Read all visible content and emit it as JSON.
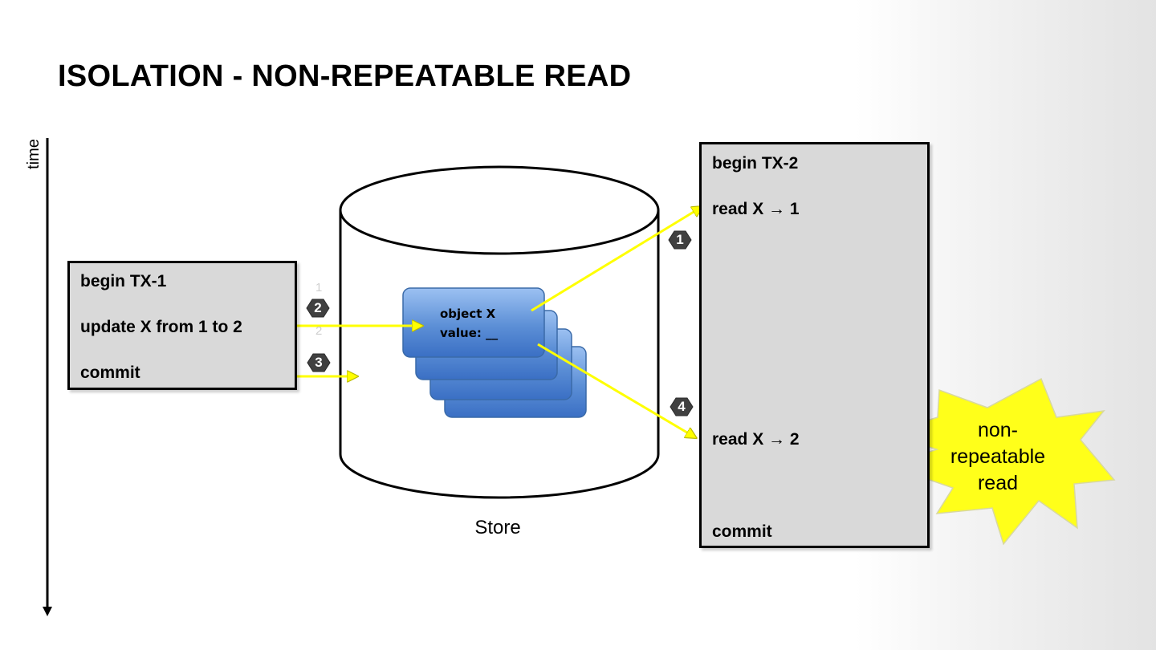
{
  "title": "ISOLATION - NON-REPEATABLE READ",
  "timeline": {
    "label": "time"
  },
  "tx1": {
    "begin": "begin TX-1",
    "update": "update X from 1 to 2",
    "commit": "commit"
  },
  "store": {
    "label": "Store",
    "object_line": "object  X",
    "value_line": "value: __"
  },
  "tx2": {
    "begin": "begin TX-2",
    "read1": "read X → 1",
    "read2": "read X → 2",
    "commit": "commit"
  },
  "steps": [
    "1",
    "2",
    "3",
    "4"
  ],
  "ghost_steps": [
    "1",
    "2"
  ],
  "callout": {
    "text": [
      "non-",
      "repeatable",
      "read"
    ],
    "color": "#ffff1a"
  },
  "colors": {
    "arrow": "#ffff00",
    "card": "#4f81bd",
    "box": "#d9d9d9"
  }
}
